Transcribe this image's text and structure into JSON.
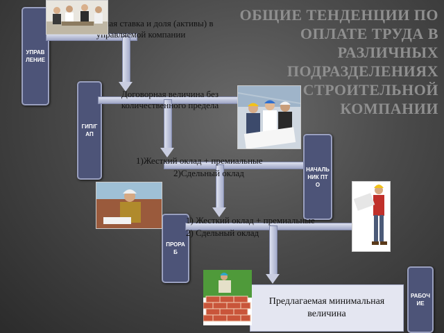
{
  "title": "ОБЩИЕ ТЕНДЕНЦИИ ПО ОПЛАТЕ ТРУДА В РАЗЛИЧНЫХ ПОДРАЗДЕЛЕНИЯХ СТРОИТЕЛЬНОЙ КОМПАНИИ",
  "roles": {
    "management": "УПРАВЛЕНИЕ",
    "gip": "ГИП/ГАП",
    "pto": "НАЧАЛЬНИК ПТО",
    "foreman": "ПРОРАБ",
    "workers": "РАБОЧИЕ"
  },
  "texts": {
    "management": "ая начальная ставка и доля (активы) в управляемой компании",
    "gip": "Договорная величина без количественного предела",
    "pto_1": "1)Жесткий оклад + премиальные",
    "pto_2": "2)Сдельный оклад",
    "foreman_1": "1)   Жесткий оклад + премиальные",
    "foreman_2": "2)   Сдельный оклад",
    "workers": "Предлагаемая минимальная величина"
  }
}
